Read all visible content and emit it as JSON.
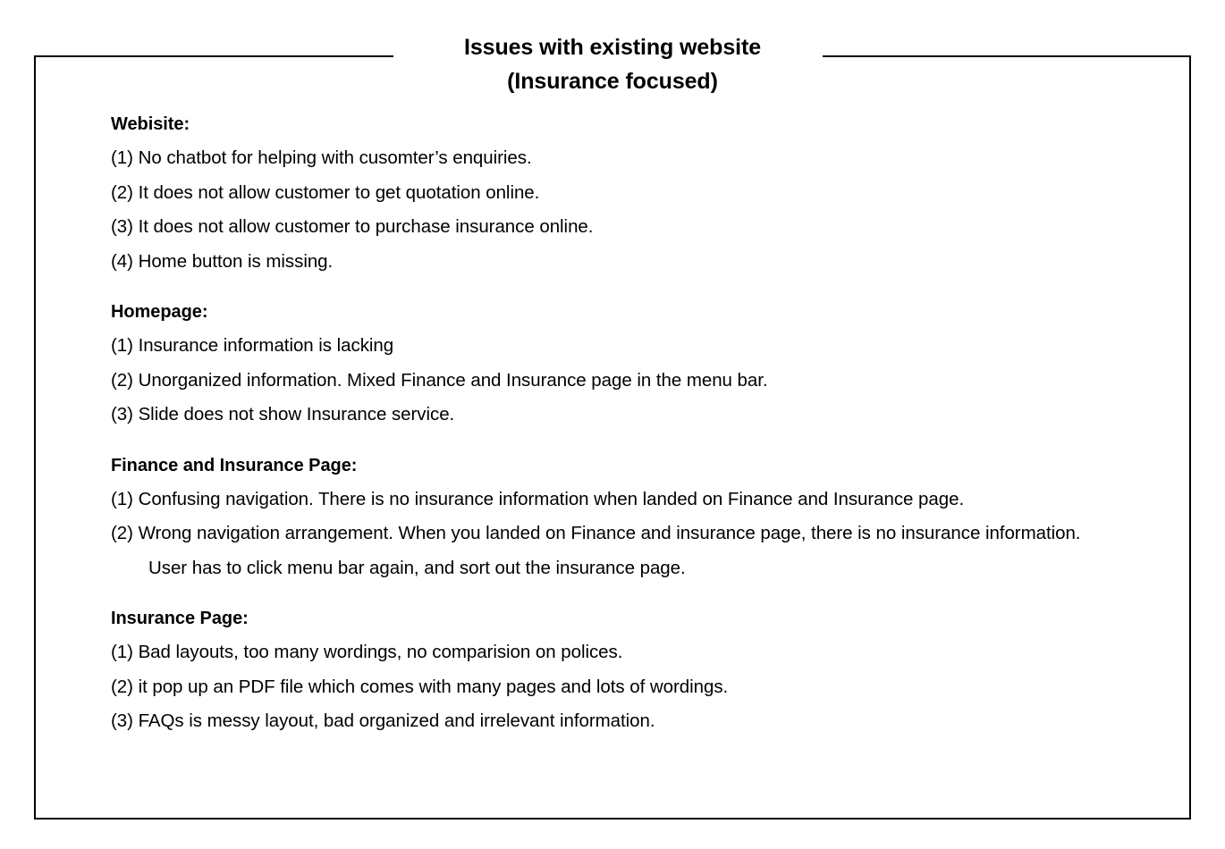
{
  "slide": {
    "title_line1": "Issues with existing website",
    "title_line2": "(Insurance focused)",
    "sections": [
      {
        "heading": "Webisite:",
        "items": [
          {
            "marker": "(1)",
            "text": "No chatbot for helping with cusomter’s enquiries."
          },
          {
            "marker": "(2)",
            "text": "It does not allow customer to get quotation online."
          },
          {
            "marker": "(3)",
            "text": "It does not allow customer to purchase insurance online."
          },
          {
            "marker": "(4)",
            "text": "Home button is missing."
          }
        ]
      },
      {
        "heading": "Homepage:",
        "items": [
          {
            "marker": "(1)",
            "text": "Insurance information is lacking"
          },
          {
            "marker": "(2)",
            "text": "Unorganized information. Mixed Finance and Insurance page in the menu bar."
          },
          {
            "marker": "(3)",
            "text": "Slide does not show Insurance service."
          }
        ]
      },
      {
        "heading": "Finance and Insurance Page:",
        "items": [
          {
            "marker": "(1)",
            "text": "Confusing navigation. There is no insurance information when landed on Finance and Insurance page."
          },
          {
            "marker": "(2)",
            "text": "Wrong navigation arrangement. When you landed on Finance and insurance page, there is no insurance information. User has to click menu bar again, and sort out the insurance page."
          }
        ]
      },
      {
        "heading": "Insurance Page:",
        "items": [
          {
            "marker": "(1)",
            "text": "Bad layouts, too many wordings, no comparision on polices."
          },
          {
            "marker": "(2)",
            "text": "it pop up an PDF file which comes with many pages and lots of wordings."
          },
          {
            "marker": "(3)",
            "text": "FAQs is messy layout, bad organized and irrelevant information."
          }
        ]
      }
    ]
  },
  "colors": {
    "text": "#000000",
    "background": "#ffffff",
    "border": "#000000"
  }
}
